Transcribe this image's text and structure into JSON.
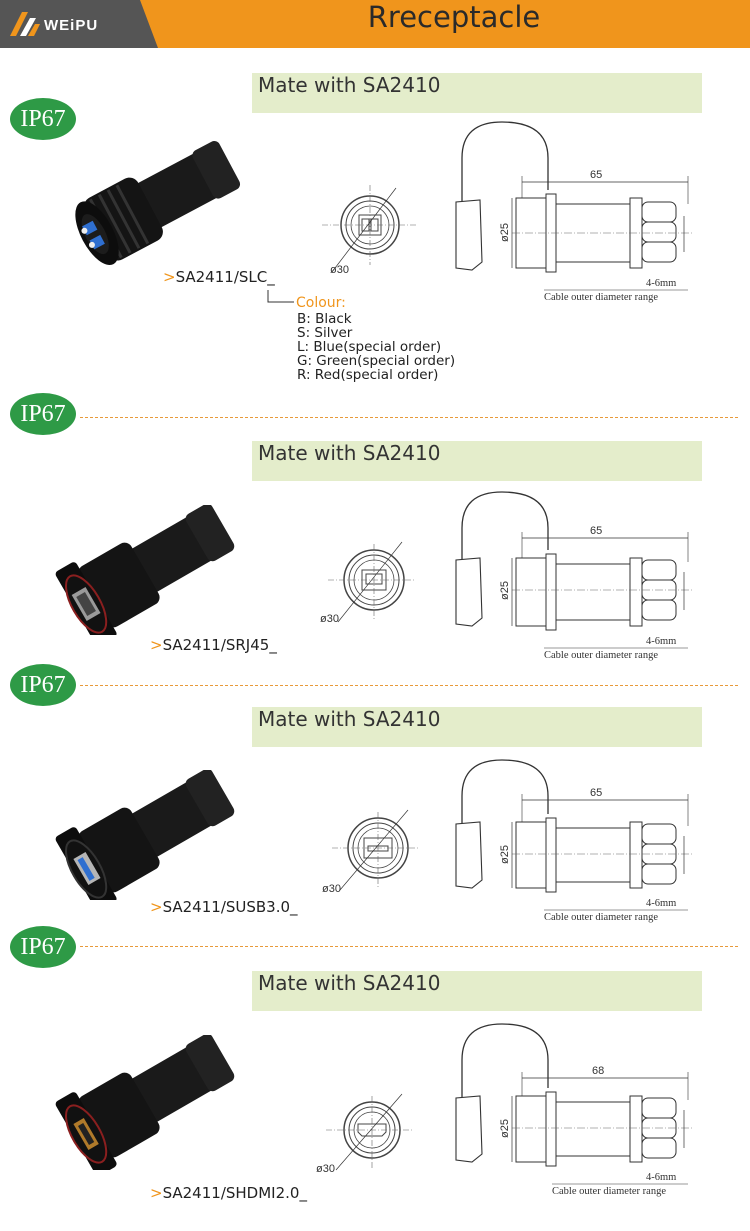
{
  "header": {
    "brand": "WEiPU",
    "title": "Rreceptacle"
  },
  "badge_text": "IP67",
  "sections": [
    {
      "mate": "Mate with SA2410",
      "part": "SA2411/SLC_",
      "length": "65",
      "diameter": "ø25",
      "face": "ø30",
      "cable_range": "4-6mm",
      "cable_label": "Cable outer  diameter range"
    },
    {
      "mate": "Mate with SA2410",
      "part": "SA2411/SRJ45_",
      "length": "65",
      "diameter": "ø25",
      "face": "ø30",
      "cable_range": "4-6mm",
      "cable_label": "Cable outer  diameter range"
    },
    {
      "mate": "Mate with SA2410",
      "part": "SA2411/SUSB3.0_",
      "length": "65",
      "diameter": "ø25",
      "face": "ø30",
      "cable_range": "4-6mm",
      "cable_label": "Cable outer  diameter range"
    },
    {
      "mate": "Mate with SA2410",
      "part": "SA2411/SHDMI2.0_",
      "length": "68",
      "diameter": "ø25",
      "face": "ø30",
      "cable_range": "4-6mm",
      "cable_label": "Cable outer  diameter range"
    }
  ],
  "colour": {
    "title": "Colour:",
    "items": [
      "B: Black",
      "S: Silver",
      "L: Blue(special order)",
      "G: Green(special order)",
      "R: Red(special order)"
    ]
  },
  "colors": {
    "accent": "#f0951c",
    "badge": "#2e9a46",
    "mate_bg": "#e4edcb"
  },
  "icons": [
    "weipu-logo-icon",
    "lc-fiber-connector",
    "rj45-connector",
    "usb3-connector",
    "hdmi-connector"
  ]
}
